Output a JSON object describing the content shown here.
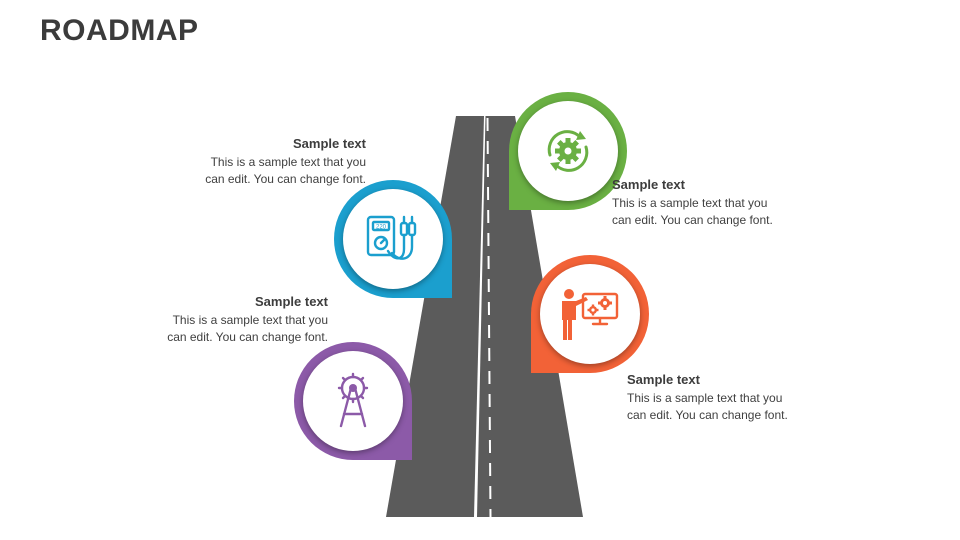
{
  "title": "ROADMAP",
  "colors": {
    "road": "#5b5b5b",
    "road_line": "#ffffff",
    "blue": "#1b9fce",
    "green": "#6ab043",
    "orange": "#f26237",
    "purple": "#8c5aa8"
  },
  "steps": [
    {
      "heading": "Sample text",
      "body": "This is a sample text that you can edit. You can change font.",
      "icon": "multimeter-icon",
      "color": "#1b9fce"
    },
    {
      "heading": "Sample text",
      "body": "This is a sample text that you can edit. You can change font.",
      "icon": "gear-cycle-icon",
      "color": "#6ab043"
    },
    {
      "heading": "Sample text",
      "body": "This is a sample text that you can edit. You can change font.",
      "icon": "presenter-gears-icon",
      "color": "#f26237"
    },
    {
      "heading": "Sample text",
      "body": "This is a sample text that you can edit. You can change font.",
      "icon": "compass-gear-icon",
      "color": "#8c5aa8"
    }
  ]
}
